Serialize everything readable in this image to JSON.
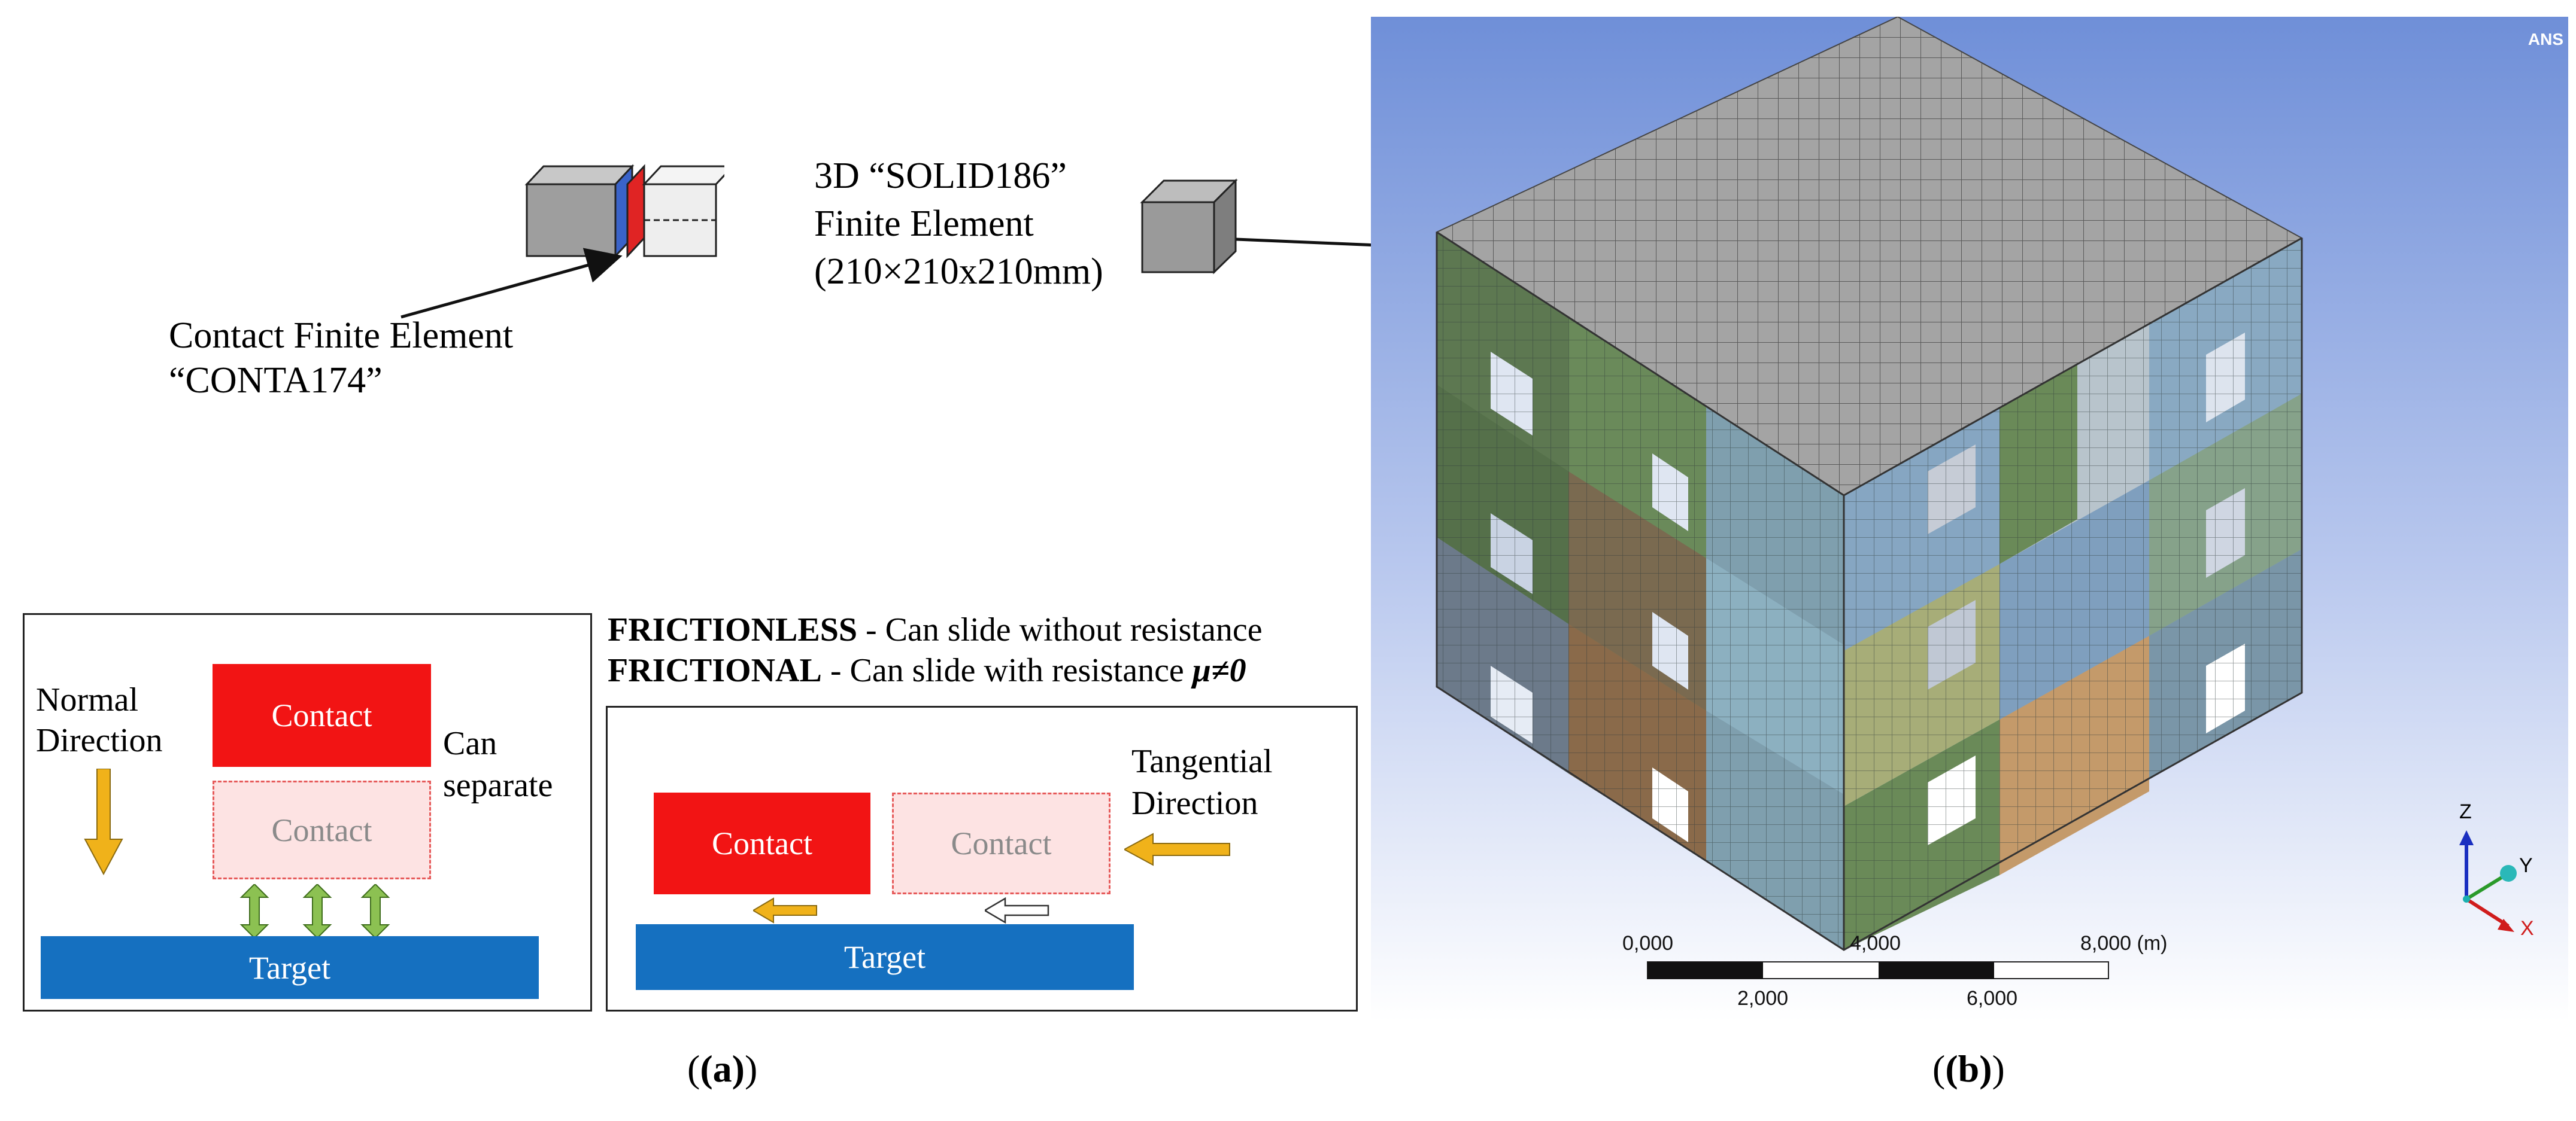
{
  "panel_a": {
    "label": "(a)",
    "solid_element": {
      "line1": "3D “SOLID186”",
      "line2": "Finite Element",
      "line3": "(210×210x210mm)"
    },
    "contact_element": {
      "line1": "Contact Finite Element",
      "line2": "“CONTA174”"
    },
    "frictionless_box": {
      "normal_label_1": "Normal",
      "normal_label_2": "Direction",
      "contact_top": "Contact",
      "contact_ghost": "Contact",
      "separate_1": "Can",
      "separate_2": "separate",
      "target": "Target"
    },
    "legend": {
      "frictionless_key": "FRICTIONLESS",
      "frictionless_desc": " - Can slide without resistance",
      "frictional_key": "FRICTIONAL",
      "frictional_desc": " - Can slide with resistance ",
      "frictional_symbol": "μ≠0"
    },
    "frictional_box": {
      "contact_solid": "Contact",
      "contact_ghost": "Contact",
      "tangential_1": "Tangential",
      "tangential_2": "Direction",
      "target": "Target"
    }
  },
  "panel_b": {
    "label": "(b)",
    "logo": "ANS",
    "scale_bar": {
      "top_labels": [
        "0,000",
        "4,000",
        "8,000 (m)"
      ],
      "bottom_labels": [
        "2,000",
        "6,000"
      ]
    },
    "axes": {
      "z": "Z",
      "y": "Y",
      "x": "X"
    }
  },
  "colors": {
    "contact_red": "#f21414",
    "ghost_pink": "#fde3e3",
    "target_blue": "#1570c0",
    "arrow_orange": "#f0b21a",
    "arrow_green": "#8cc152",
    "mesh_top": "#9a9a9a",
    "background_sky_top": "#6f8fd8",
    "background_sky_bottom": "#ffffff"
  }
}
